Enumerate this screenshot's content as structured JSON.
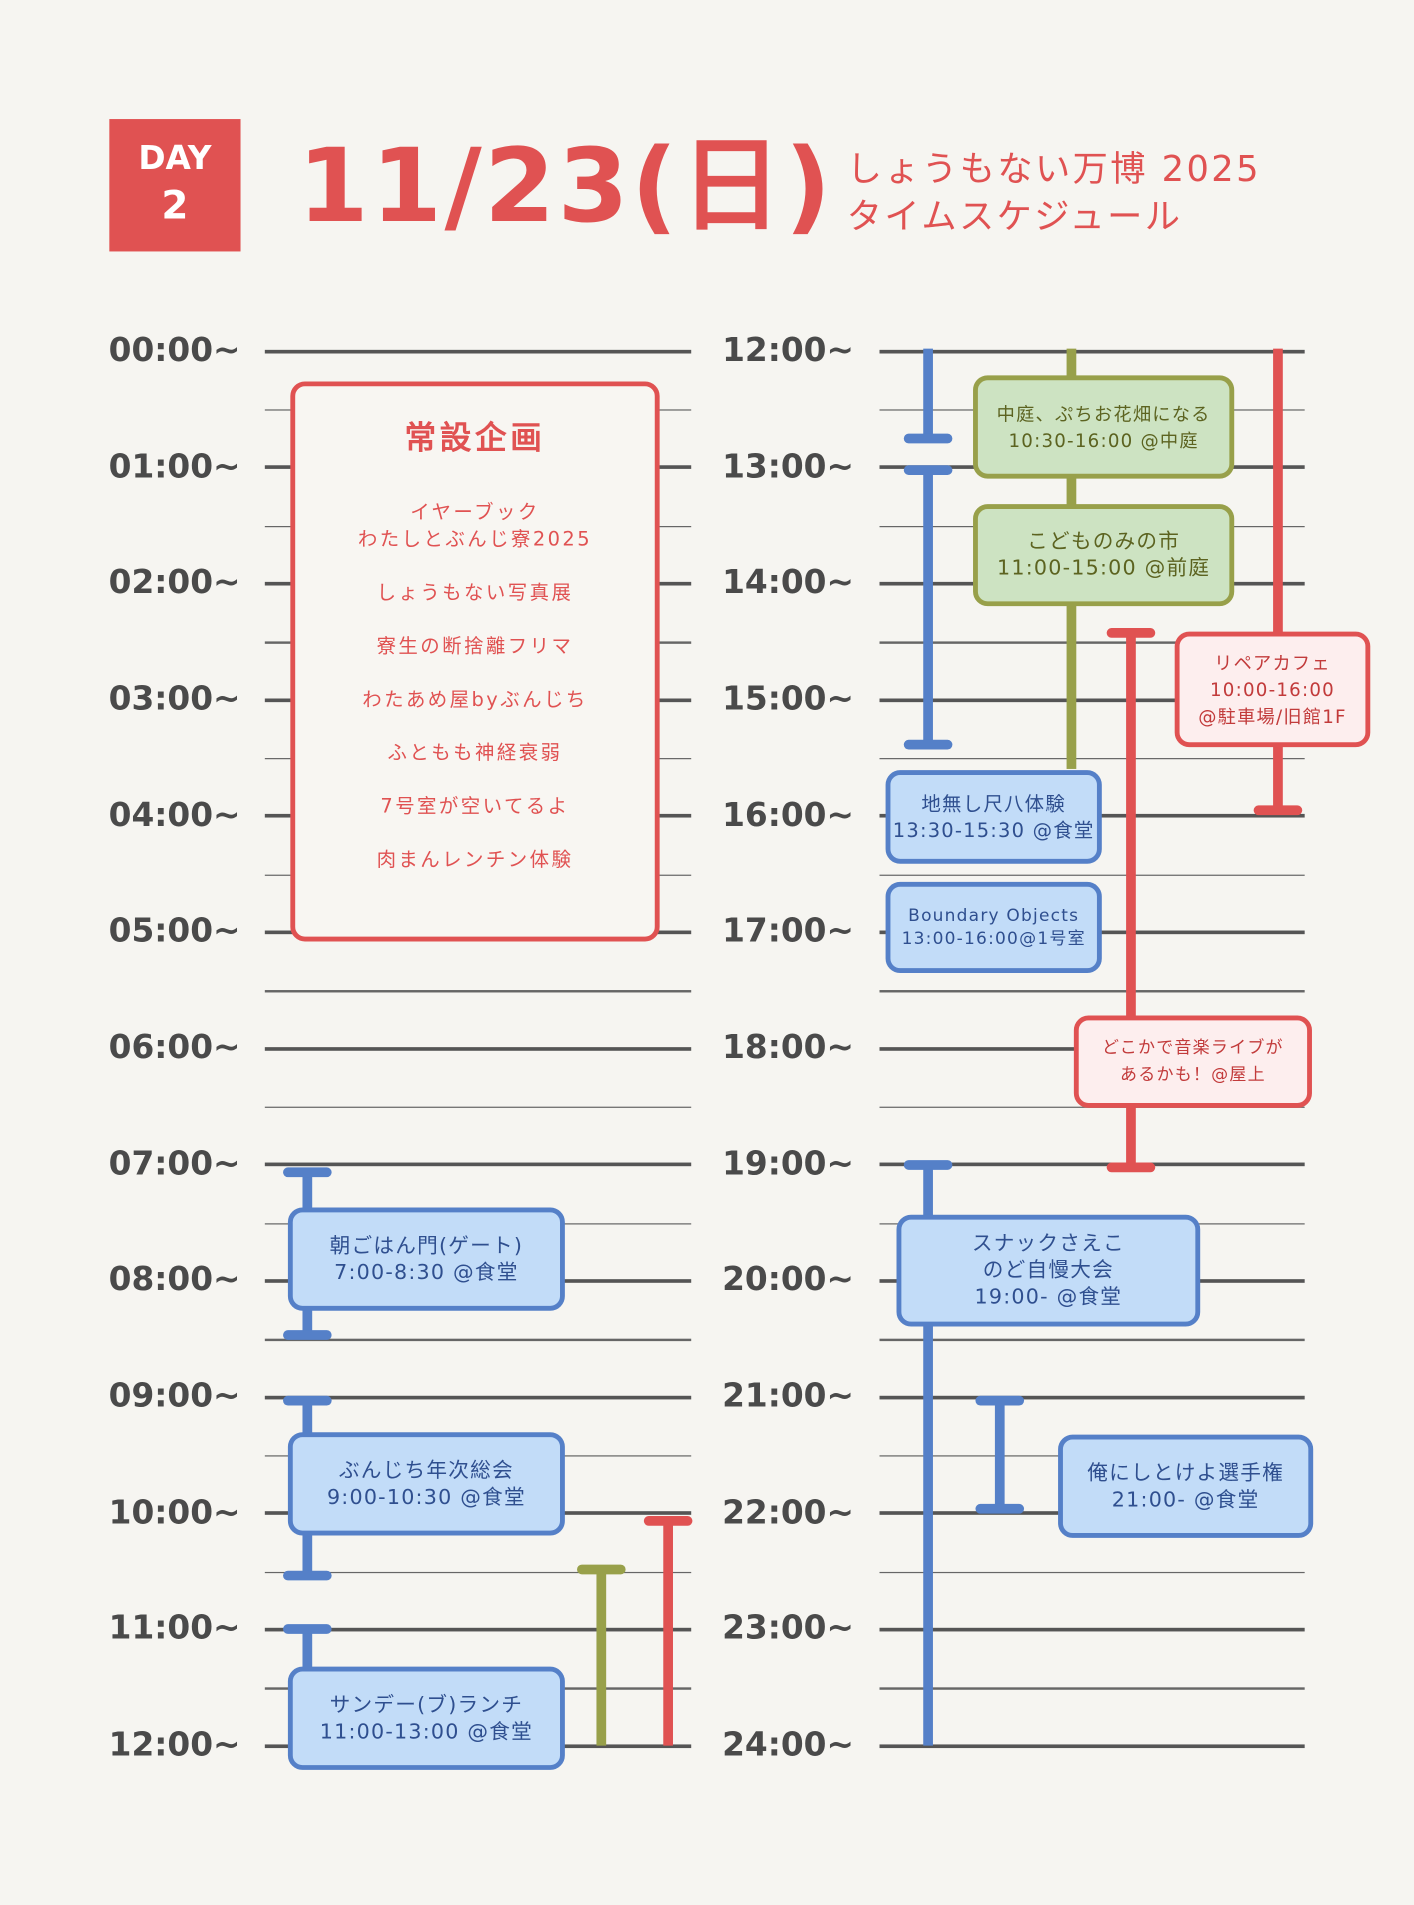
{
  "header": {
    "day_label": "DAY",
    "day_number": "2",
    "date": "11/23(日)",
    "subtitle_line1": "しょうもない万博 2025",
    "subtitle_line2": "タイムスケジュール"
  },
  "left_times": [
    "00:00~",
    "01:00~",
    "02:00~",
    "03:00~",
    "04:00~",
    "05:00~",
    "06:00~",
    "07:00~",
    "08:00~",
    "09:00~",
    "10:00~",
    "11:00~",
    "12:00~"
  ],
  "right_times": [
    "12:00~",
    "13:00~",
    "14:00~",
    "15:00~",
    "16:00~",
    "17:00~",
    "18:00~",
    "19:00~",
    "20:00~",
    "21:00~",
    "22:00~",
    "23:00~",
    "24:00~"
  ],
  "permanent": {
    "title": "常設企画",
    "items": [
      "イヤーブック\nわたしとぶんじ寮2025",
      "しょうもない写真展",
      "寮生の断捨離フリマ",
      "わたあめ屋byぶんじち",
      "ふともも神経衰弱",
      "7号室が空いてるよ",
      "肉まんレンチン体験"
    ]
  },
  "events": {
    "breakfast": {
      "name": "朝ごはん門(ゲート)",
      "detail": "7:00-8:30 @食堂"
    },
    "meeting": {
      "name": "ぶんじち年次総会",
      "detail": "9:00-10:30 @食堂"
    },
    "lunch": {
      "name": "サンデー(ブ)ランチ",
      "detail": "11:00-13:00 @食堂"
    },
    "garden": {
      "name": "中庭、ぷちお花畑になる",
      "detail": "10:30-16:00  @中庭"
    },
    "kids_market": {
      "name": "こどものみの市",
      "detail": "11:00-15:00 @前庭"
    },
    "repair": {
      "name": "リペアカフェ",
      "detail": "10:00-16:00",
      "place": "@駐車場/旧館1F"
    },
    "shakuhachi": {
      "name": "地無し尺八体験",
      "detail": "13:30-15:30 @食堂"
    },
    "boundary": {
      "name": "Boundary Objects",
      "detail": "13:00-16:00@1号室"
    },
    "music": {
      "name": "どこかで音楽ライブが",
      "detail": "あるかも！@屋上"
    },
    "snack": {
      "name": "スナックさえこ",
      "name2": "のど自慢大会",
      "detail": "19:00- @食堂"
    },
    "champion": {
      "name": "俺にしとけよ選手権",
      "detail": "21:00- @食堂"
    }
  }
}
